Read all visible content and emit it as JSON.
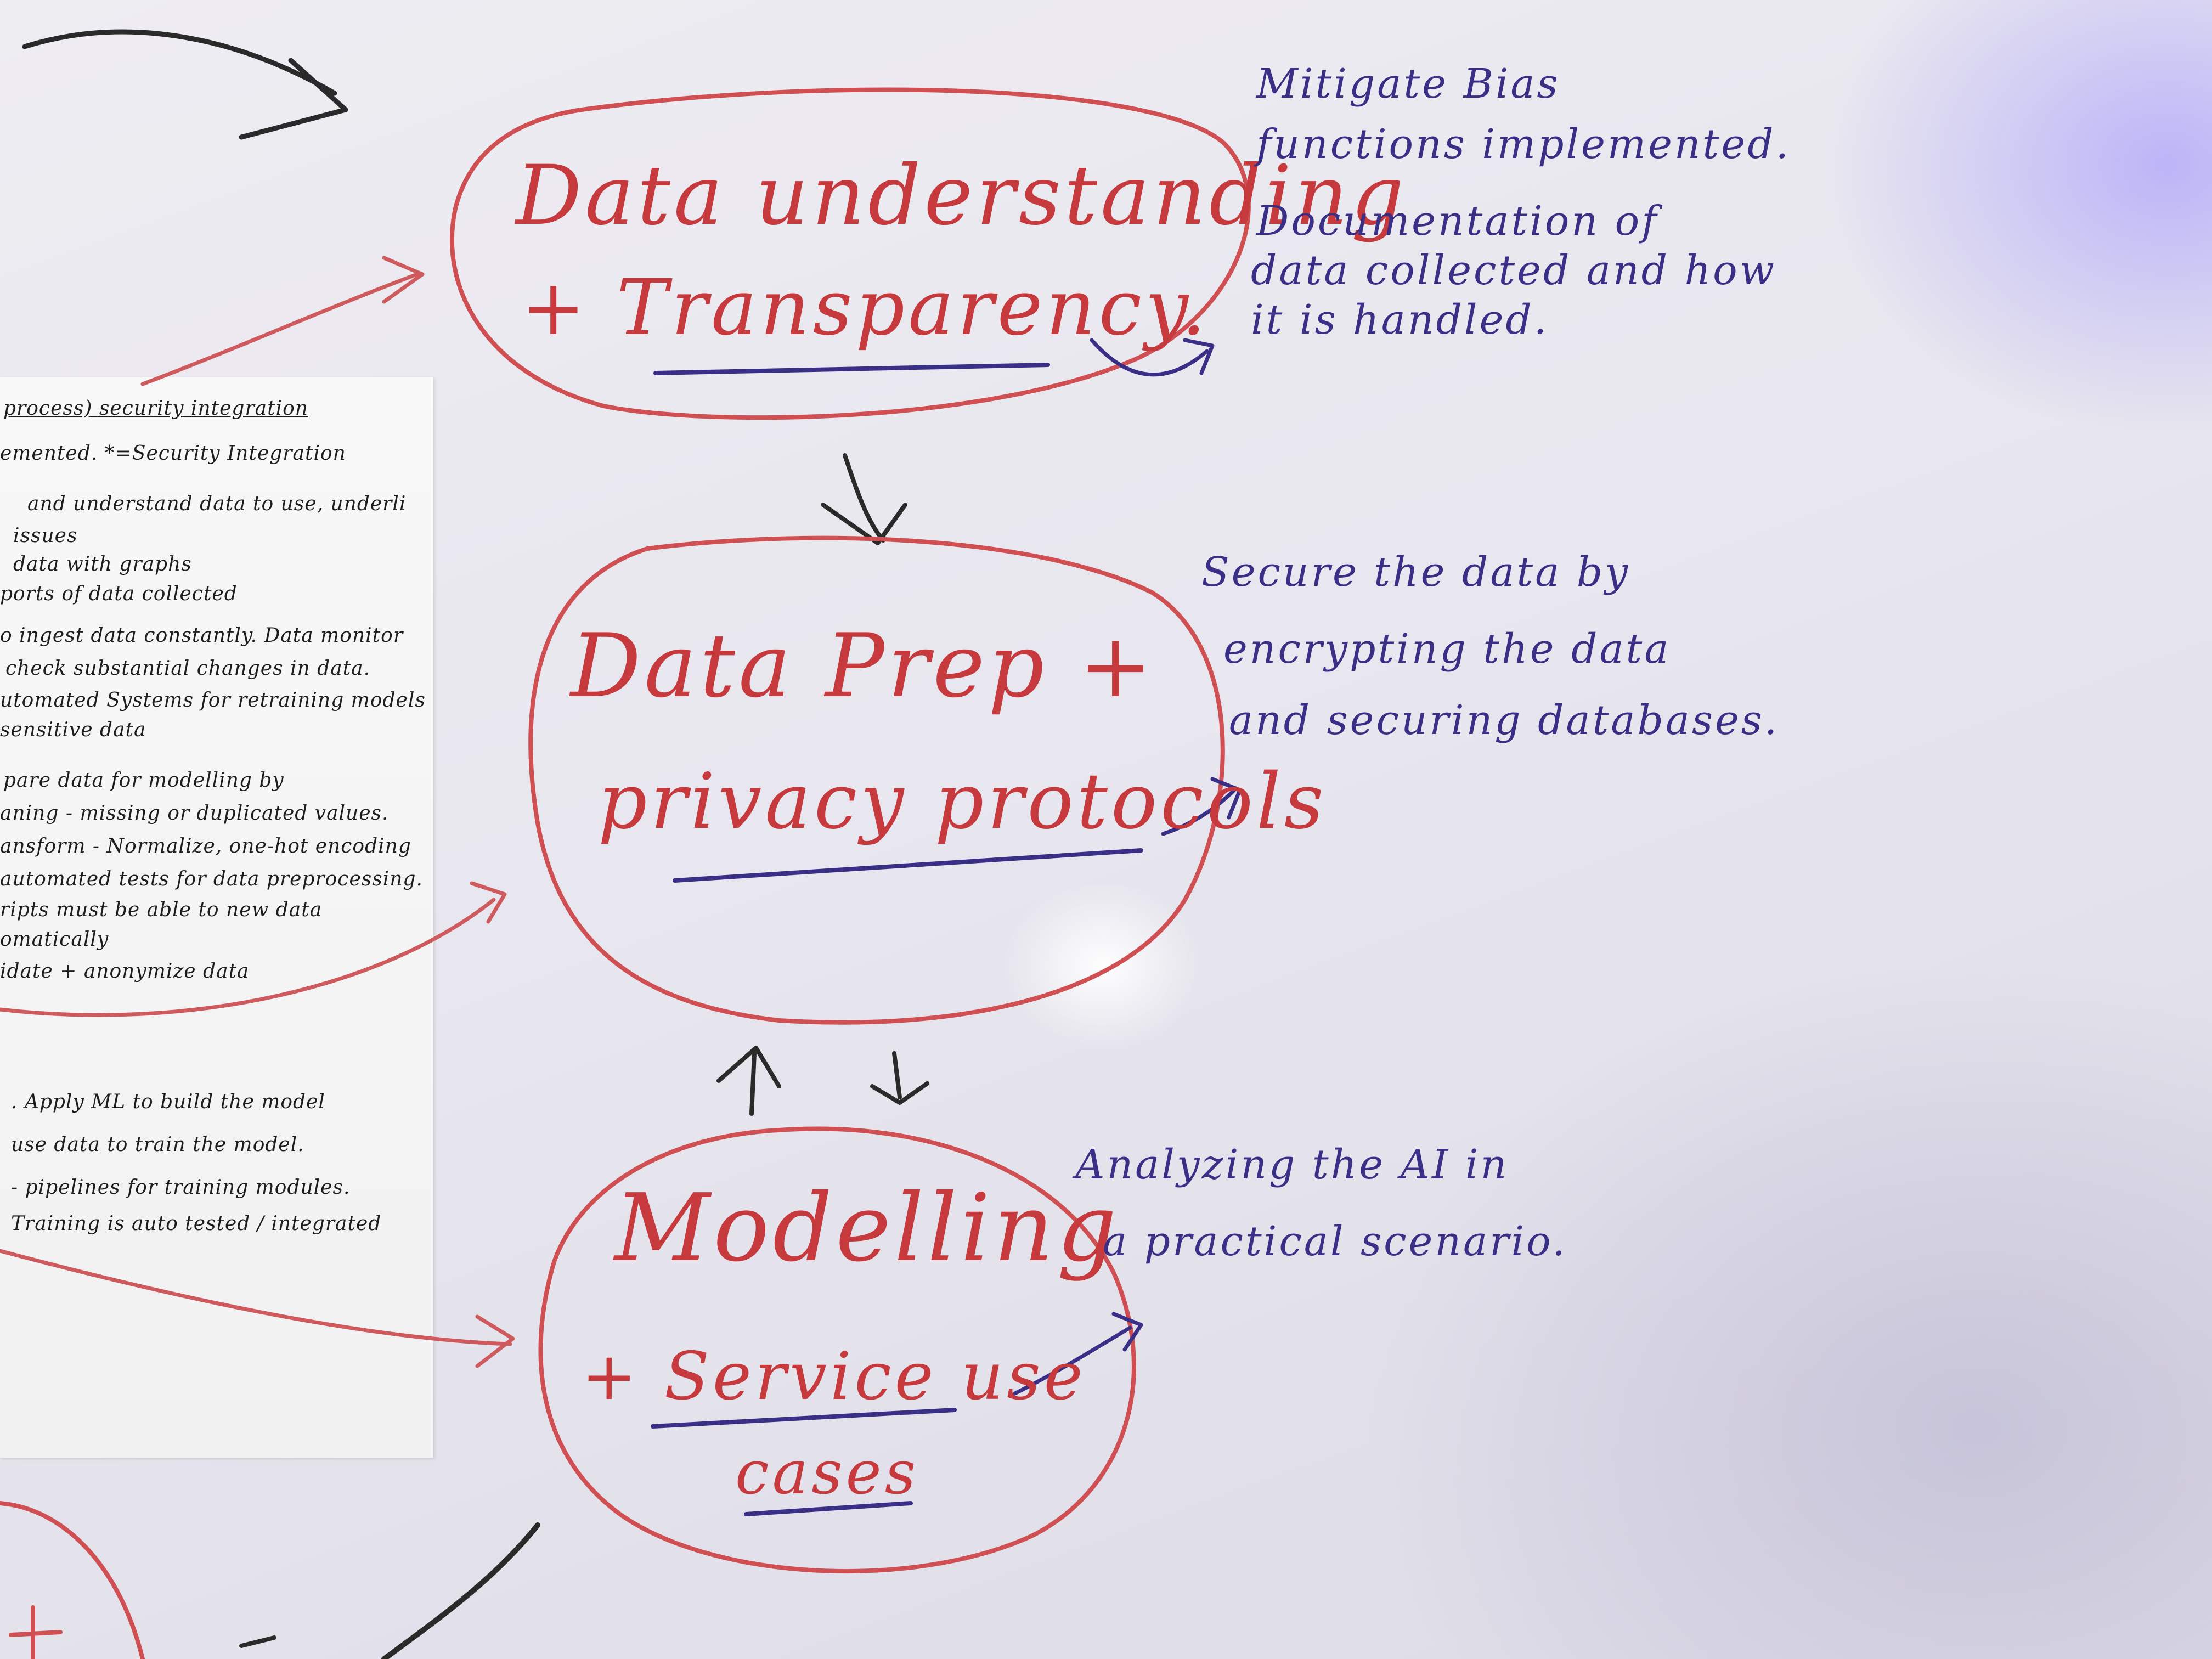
{
  "paper": {
    "lines": [
      "process) security integration",
      "emented. *=Security Integration",
      "and understand data to use, underli",
      "issues",
      "data with graphs",
      "ports of data collected",
      "o ingest data constantly. Data monitor",
      "check substantial changes in data.",
      "utomated Systems for retraining models",
      "sensitive data",
      "pare data for modelling by",
      "aning - missing or duplicated values.",
      "ansform - Normalize, one-hot encoding",
      "automated tests for data preprocessing.",
      "ripts must be able to new data",
      "omatically",
      "idate + anonymize data",
      ". Apply ML to build the model",
      "use data to train the model.",
      "- pipelines for training modules.",
      "Training is auto tested / integrated"
    ]
  },
  "bubbles": {
    "top": {
      "line1": "Data understanding",
      "line2": "+ Transparency."
    },
    "middle": {
      "line1": "Data Prep +",
      "line2": "privacy protocols"
    },
    "bottom": {
      "line1": "Modelling",
      "line2": "+ Service use",
      "line3": "cases"
    }
  },
  "notes": {
    "top": [
      "Mitigate Bias",
      "functions implemented.",
      "Documentation of",
      "data collected and how",
      "it is handled."
    ],
    "middle": [
      "Secure the data by",
      "encrypting the data",
      "and securing databases."
    ],
    "bottom": [
      "Analyzing the AI in",
      "a practical scenario."
    ]
  },
  "colors": {
    "red_marker": "#c63a3e",
    "blue_marker": "#3a2f86",
    "black_marker": "#2a2a2a",
    "board": "#e9e7ef"
  }
}
